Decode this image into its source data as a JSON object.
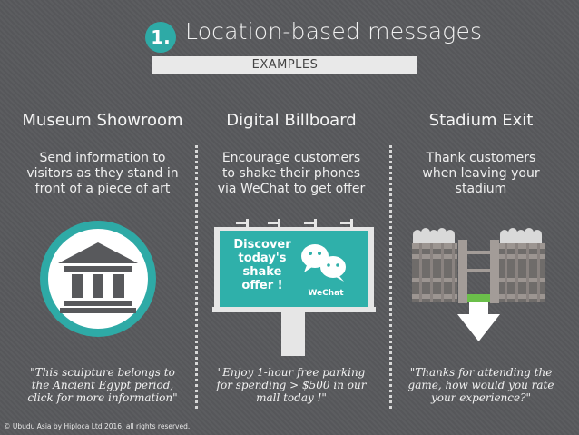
{
  "header": {
    "number": "1.",
    "title": "Location-based messages",
    "subtitle": "EXAMPLES"
  },
  "columns": [
    {
      "title": "Museum Showroom",
      "description_lines": [
        "Send information to",
        "visitors as they stand in",
        "front of a piece of art"
      ],
      "quote_lines": [
        "\"This sculpture belongs to",
        "the Ancient Egypt period,",
        "click for more information\""
      ],
      "icon": "museum-building-icon"
    },
    {
      "title": "Digital Billboard",
      "description_lines": [
        "Encourage customers",
        "to shake their phones",
        "via WeChat to get offer"
      ],
      "quote_lines": [
        "\"Enjoy 1-hour free parking",
        "for spending > $500 in our",
        "mall today !\""
      ],
      "icon": "billboard-icon",
      "billboard": {
        "text_lines": [
          "Discover",
          "today's",
          "shake",
          "offer !"
        ],
        "brand": "WeChat"
      }
    },
    {
      "title": "Stadium Exit",
      "description_lines": [
        "Thank customers",
        "when leaving your",
        "stadium"
      ],
      "quote_lines": [
        "\"Thanks for attending the",
        "game, how would you rate",
        "your experience?\""
      ],
      "icon": "stadium-exit-icon"
    }
  ],
  "footer": "© Ubudu Asia by Hiploca Ltd 2016, all rights reserved.",
  "colors": {
    "background": "#58595c",
    "accent_teal": "#2eaaa6",
    "green_arrow_base": "#6bbf4a"
  }
}
